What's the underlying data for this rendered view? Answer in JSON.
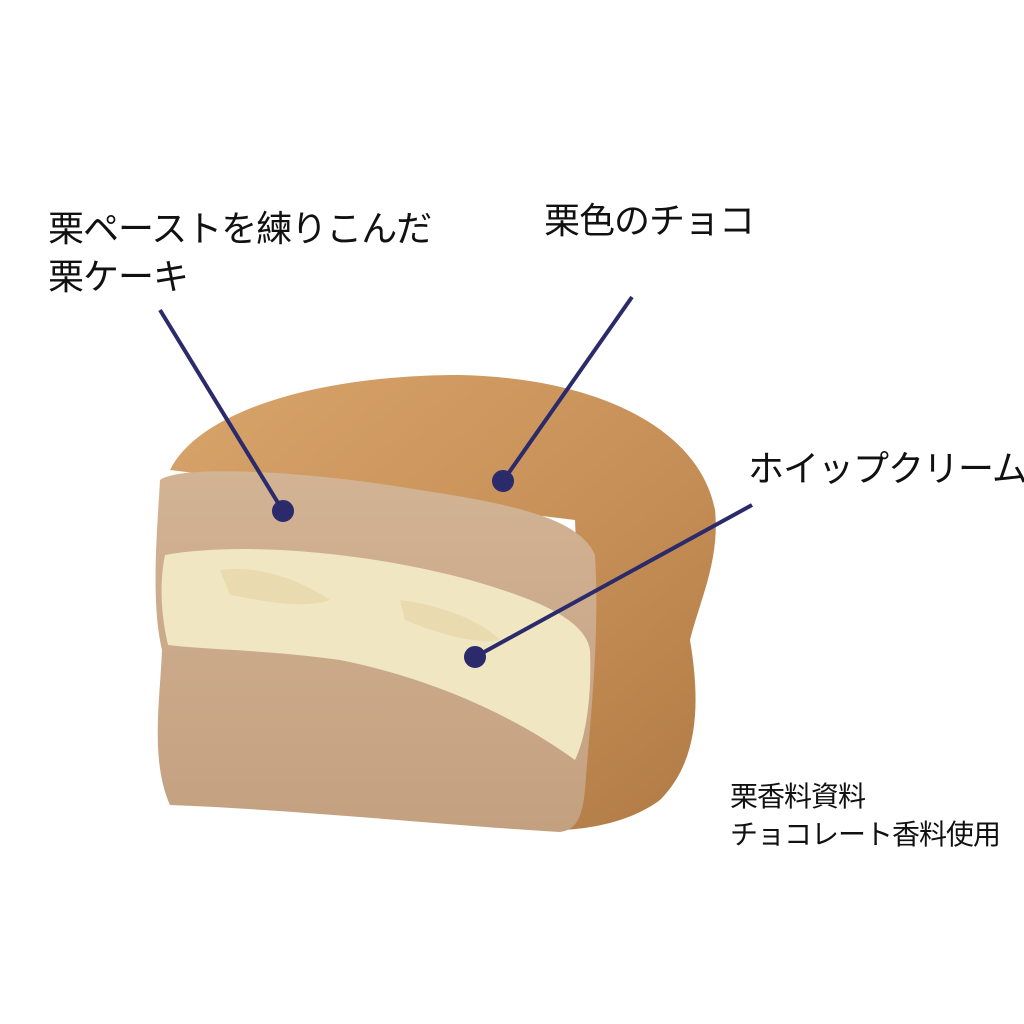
{
  "labels": {
    "cake": [
      "栗ペーストを練りこんだ",
      "栗ケーキ"
    ],
    "chocolate": "栗色のチョコ",
    "cream": "ホイップクリーム"
  },
  "note": [
    "栗香料資料",
    "チョコレート香料使用"
  ],
  "colors": {
    "leader": "#2b2a6b",
    "glaze": "#c9935a",
    "sponge": "#c8a88a",
    "cream": "#f1e6c2"
  }
}
